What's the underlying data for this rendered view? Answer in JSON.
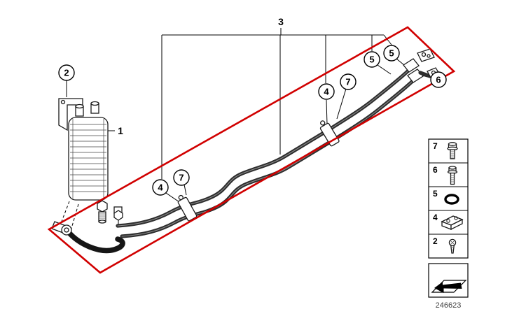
{
  "diagram": {
    "part_number": "246623",
    "colors": {
      "highlight": "#d10000",
      "background": "#ffffff",
      "line": "#000000",
      "pipe": "#2e2e2e"
    },
    "callouts": {
      "c2": "2",
      "c1": "1",
      "c3": "3",
      "c4a": "4",
      "c7a": "7",
      "c5a": "5",
      "c5b": "5",
      "c6": "6",
      "c4b": "4",
      "c7b": "7"
    },
    "legend": {
      "rows": [
        {
          "label": "7",
          "icon": "flange-screw-icon"
        },
        {
          "label": "6",
          "icon": "flange-bolt-icon"
        },
        {
          "label": "5",
          "icon": "o-ring-icon"
        },
        {
          "label": "4",
          "icon": "pipe-clamp-icon"
        },
        {
          "label": "2",
          "icon": "screw-icon"
        }
      ],
      "footer_icon": "direction-arrow-icon"
    }
  }
}
